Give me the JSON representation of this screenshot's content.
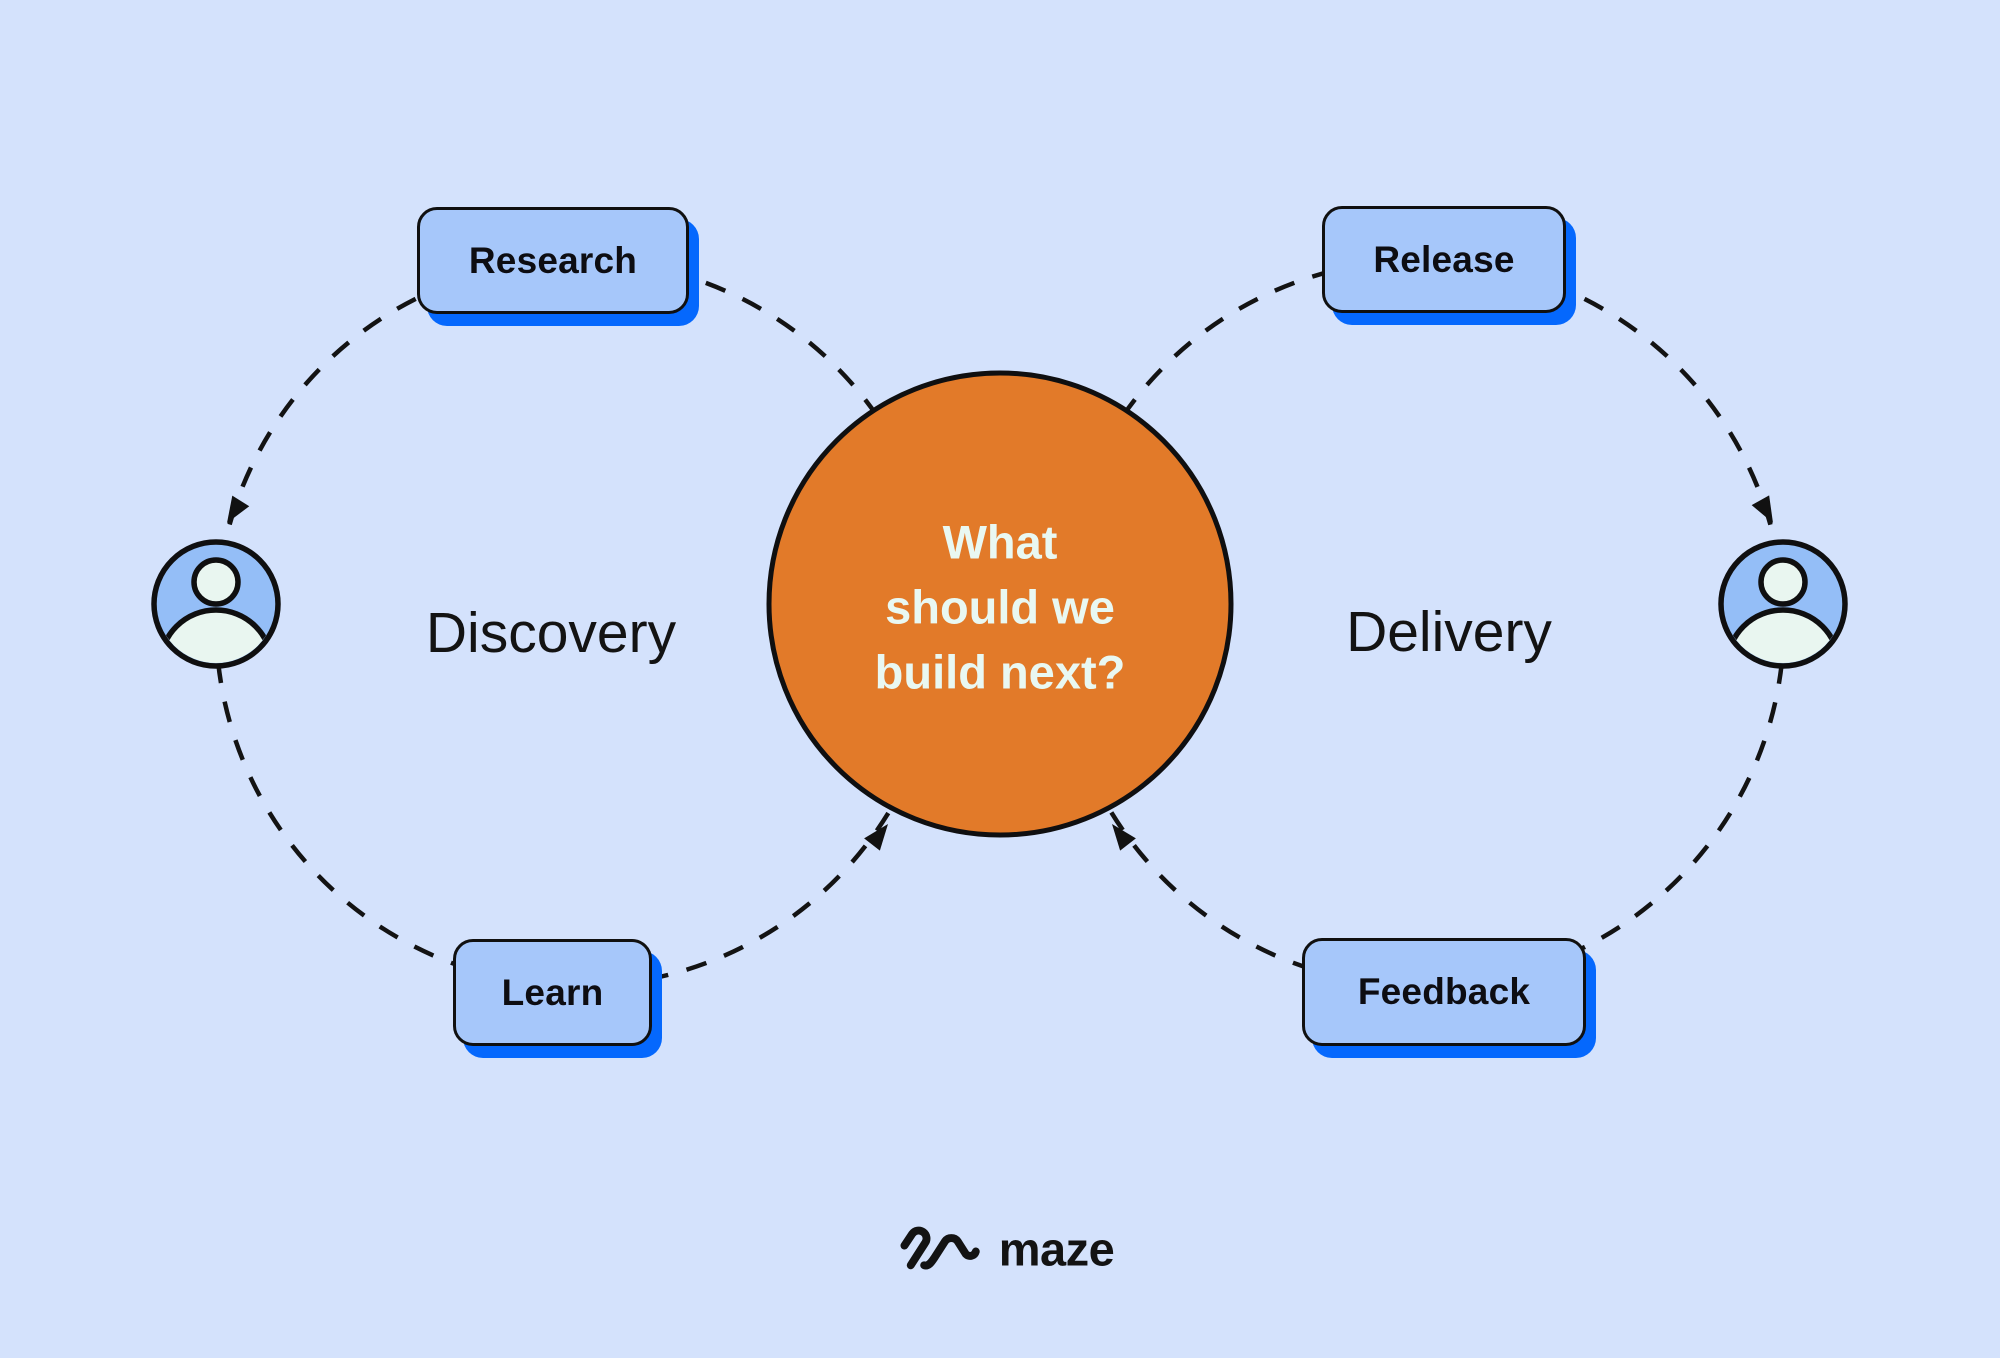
{
  "title": "What should we build next? discovery-delivery loop diagram",
  "center_circle": {
    "line1": "What",
    "line2": "should we",
    "line3": "build next?"
  },
  "left_loop": {
    "label": "Discovery",
    "top_box": "Research",
    "bottom_box": "Learn"
  },
  "right_loop": {
    "label": "Delivery",
    "top_box": "Release",
    "bottom_box": "Feedback"
  },
  "logo": {
    "wordmark": "maze"
  },
  "icons": {
    "left_person": "user-icon",
    "right_person": "user-icon"
  },
  "colors": {
    "background": "#d4e2fc",
    "box_fill": "#a6c7fa",
    "box_shadow": "#0568fd",
    "circle_fill": "#e27a29",
    "circle_text": "#e9f8f2",
    "line": "#131313",
    "icon_fill": "#94bef7",
    "icon_person": "#e9f6f0"
  }
}
